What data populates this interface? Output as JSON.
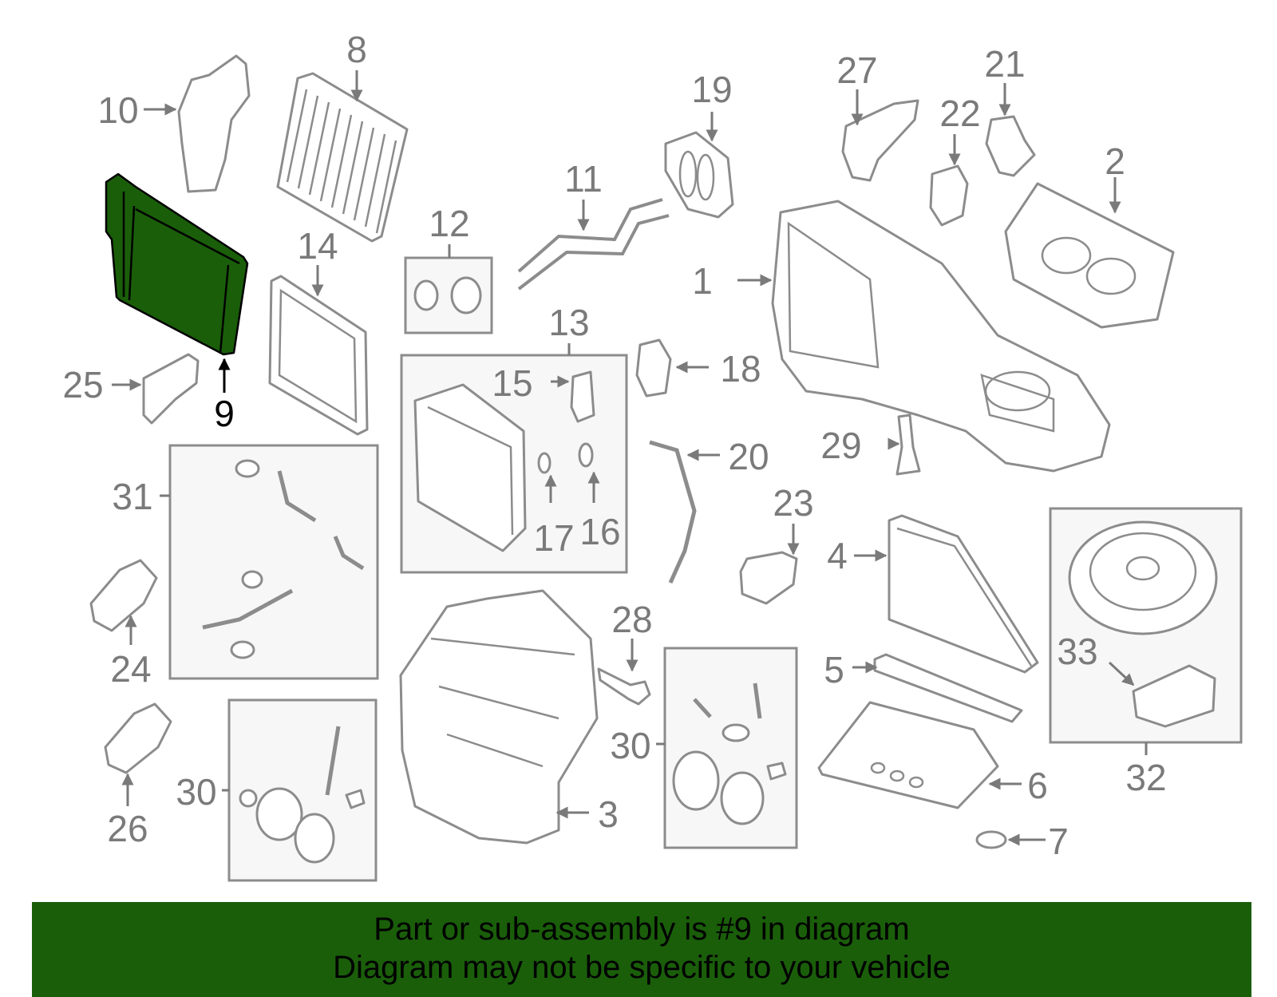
{
  "diagram": {
    "selected_part": "9",
    "callouts": [
      "1",
      "2",
      "3",
      "4",
      "5",
      "6",
      "7",
      "8",
      "9",
      "10",
      "11",
      "12",
      "13",
      "14",
      "15",
      "16",
      "17",
      "18",
      "19",
      "20",
      "21",
      "22",
      "23",
      "24",
      "25",
      "26",
      "27",
      "28",
      "29",
      "30",
      "30",
      "31",
      "32",
      "33"
    ]
  },
  "colors": {
    "highlight": "#1a5e0a",
    "banner_background": "#1a5e0a",
    "part_line": "#8c8c8c",
    "label": "#7a7a7a"
  },
  "banner": {
    "line1": "Part or sub-assembly is #9 in diagram",
    "line2": "Diagram may not be specific to your vehicle"
  }
}
